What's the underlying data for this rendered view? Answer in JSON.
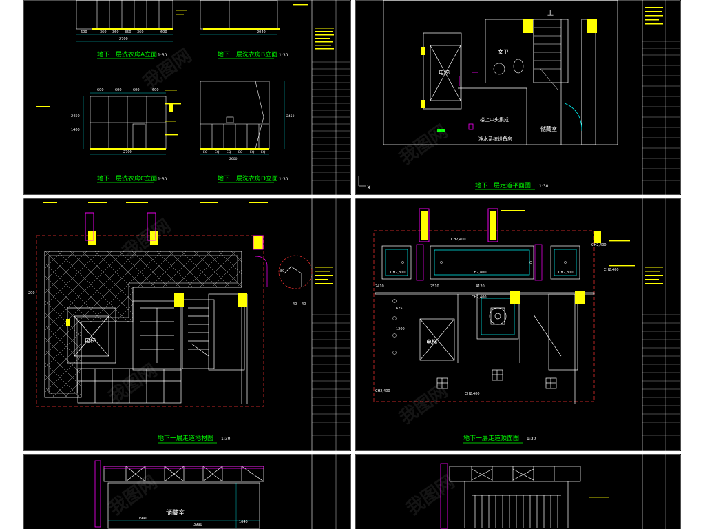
{
  "colors": {
    "accent": "#ffff00",
    "title": "#00ff00",
    "line": "#ffffff",
    "dim": "#00ffff",
    "magenta": "#ff00ff",
    "red": "#ff3333"
  },
  "watermark": "我图网",
  "sheets": [
    {
      "id": "sheet-1",
      "titles": [
        "地下一层洗衣房A立面",
        "地下一层洗衣房B立面",
        "地下一层洗衣房C立面",
        "地下一层洗衣房D立面"
      ],
      "scale": "1:30",
      "dims": {
        "a_top": [
          "600",
          "360",
          "360",
          "350",
          "360",
          "600"
        ],
        "a_total": "2700",
        "b_top": "2040",
        "b_total": "2040",
        "c_top": [
          "600",
          "600",
          "600",
          "600"
        ],
        "c_total": "2700",
        "c_side": [
          "2450",
          "1400"
        ],
        "d_sub": [
          "EQ",
          "EQ",
          "EQ",
          "EQ",
          "EQ",
          "EQ"
        ],
        "d_total": "2600",
        "d_side": "2450"
      }
    },
    {
      "id": "sheet-2",
      "title": "地下一层走道平面图",
      "scale": "1:30",
      "rooms": [
        "电梯",
        "女卫",
        "储藏室"
      ],
      "notes": [
        "楼上中央集成",
        "净水系统设备房"
      ],
      "arrow_label": "上",
      "axis_label": "X"
    },
    {
      "id": "sheet-3",
      "title": "地下一层走道地材图",
      "scale": "1:30",
      "rooms": [
        "电梯"
      ],
      "dims": [
        "200",
        "40",
        "40",
        "80"
      ]
    },
    {
      "id": "sheet-4",
      "title": "地下一层走道顶面图",
      "scale": "1:30",
      "rooms": [
        "电梯"
      ],
      "heights": [
        "CH2,400",
        "CH2,800",
        "CH2,800",
        "CH2,800",
        "CH2,400",
        "CH2,400",
        "CH2,400",
        "CH2,400",
        "CH2,400"
      ],
      "dims": [
        "2410",
        "4120",
        "2510",
        "625",
        "1200"
      ]
    },
    {
      "id": "sheet-5",
      "rooms": [
        "储藏室"
      ],
      "dims": [
        "1990",
        "3990",
        "1640"
      ]
    },
    {
      "id": "sheet-6",
      "rooms": []
    }
  ]
}
